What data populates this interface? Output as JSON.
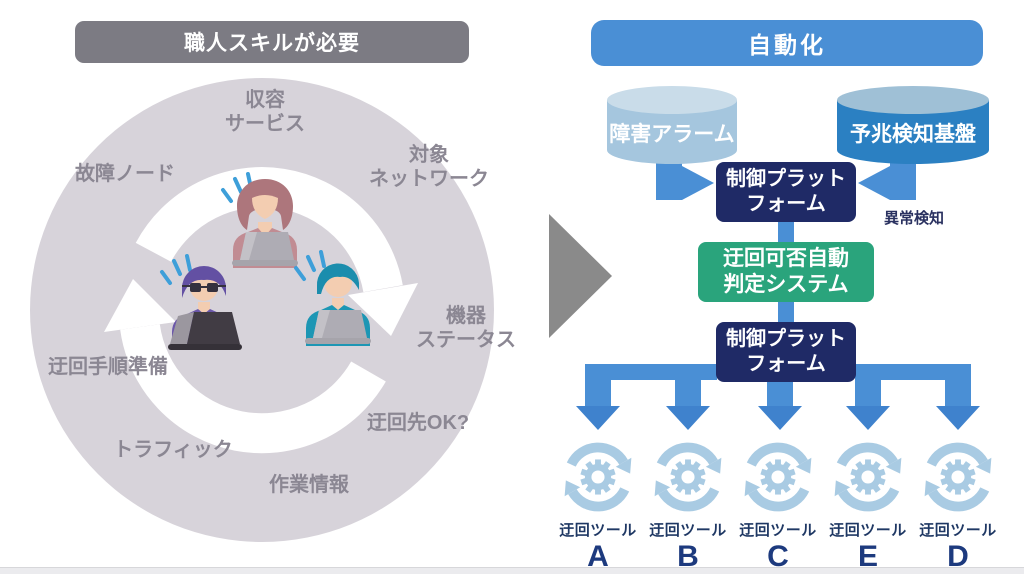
{
  "left": {
    "title": "職人スキルが必要",
    "labels": {
      "accommodated_service": "収容\nサービス",
      "target_network": "対象\nネットワーク",
      "failed_node": "故障ノード",
      "device_status": "機器\nステータス",
      "bypass_procedure_prep": "迂回手順準備",
      "bypass_destination_ok": "迂回先OK?",
      "traffic": "トラフィック",
      "work_info": "作業情報"
    }
  },
  "right": {
    "title": "自動化",
    "failure_alarm_db": "障害アラーム",
    "predictive_detection_db": "予兆検知基盤",
    "control_platform_upper": "制御プラット\nフォーム",
    "anomaly_detection_note": "異常検知",
    "bypass_judgement_system": "迂回可否自動\n判定システム",
    "control_platform_lower": "制御プラット\nフォーム",
    "tools": [
      {
        "label": "迂回ツール",
        "letter": "A"
      },
      {
        "label": "迂回ツール",
        "letter": "B"
      },
      {
        "label": "迂回ツール",
        "letter": "C"
      },
      {
        "label": "迂回ツール",
        "letter": "E"
      },
      {
        "label": "迂回ツール",
        "letter": "D"
      }
    ]
  },
  "colors": {
    "automation_blue": "#4a8fd5",
    "navy_box": "#1f2a66",
    "green_box": "#2aa47c",
    "cylinder_light_body": "#a5c6de",
    "cylinder_light_top": "#c9dce9",
    "cylinder_dark_body": "#2b80c2",
    "cylinder_dark_top": "#9fc0d6",
    "gear_light_blue": "#a9cbe3",
    "manual_gray_pill": "#7c7b83",
    "label_gray": "#8b8793",
    "tool_label_navy": "#1d3a7e",
    "circle_background": "#d7d3da",
    "transform_triangle_gray": "#8a8a8a"
  }
}
